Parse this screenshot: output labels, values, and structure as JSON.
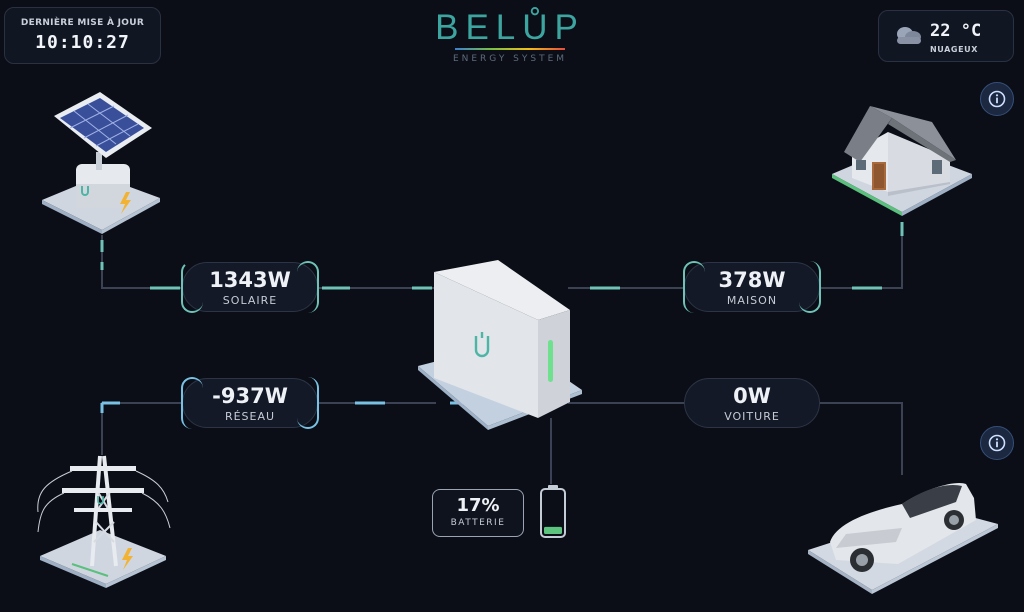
{
  "header": {
    "last_update_label": "DERNIÈRE MISE À JOUR",
    "last_update_time": "10:10:27"
  },
  "logo": {
    "brand": "BELŮP",
    "subtitle": "ENERGY SYSTEM"
  },
  "weather": {
    "temperature": "22 °C",
    "condition": "NUAGEUX",
    "icon": "cloud-icon"
  },
  "flows": {
    "solar": {
      "value": "1343W",
      "label": "SOLAIRE"
    },
    "house": {
      "value": "378W",
      "label": "MAISON"
    },
    "grid": {
      "value": "-937W",
      "label": "RÉSEAU"
    },
    "car": {
      "value": "0W",
      "label": "VOITURE"
    }
  },
  "battery": {
    "value": "17%",
    "label": "BATTERIE",
    "level": 0.17
  },
  "colors": {
    "background": "#0b0e17",
    "flow_solar": "#6fc2b7",
    "flow_grid": "#78c1e4",
    "battery_fill": "#5cc47f",
    "info_button": "#1c2740"
  },
  "icons": {
    "info": "info-icon",
    "solar": "solar-panel-icon",
    "house": "house-icon",
    "grid": "power-pylon-icon",
    "car": "car-icon",
    "inverter": "inverter-icon"
  }
}
